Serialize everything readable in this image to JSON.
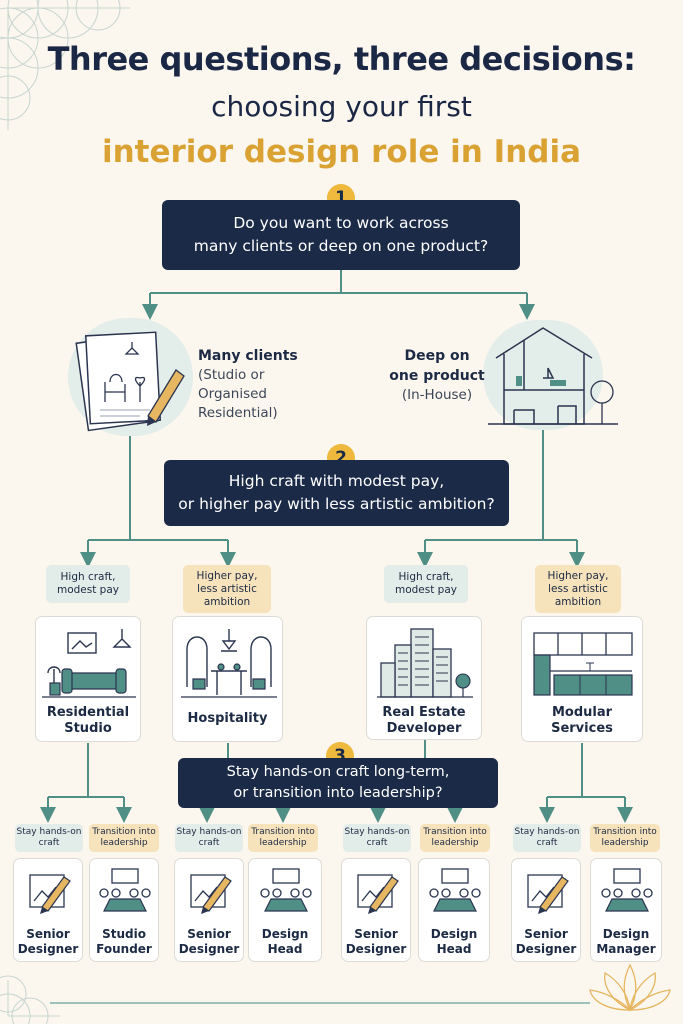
{
  "title": {
    "line1": "Three questions, three decisions:",
    "line2": "choosing your first",
    "line3": "interior design role in India"
  },
  "colors": {
    "navy": "#1b2a47",
    "gold": "#eeb93c",
    "teal": "#4f8f86",
    "background": "#fbf7ef"
  },
  "q1": {
    "number": "1",
    "line1": "Do you want to work across",
    "line2": "many clients or deep on one product?"
  },
  "path_left": {
    "icon": "documents-pencil-icon",
    "title": "Many clients",
    "sub1": "(Studio or",
    "sub2": "Organised",
    "sub3": "Residential)"
  },
  "path_right": {
    "icon": "house-icon",
    "title1": "Deep on",
    "title2": "one product",
    "sub": "(In-House)"
  },
  "q2": {
    "number": "2",
    "line1": "High craft with modest pay,",
    "line2": "or higher pay with less artistic ambition?"
  },
  "options": [
    {
      "tag_line1": "High craft,",
      "tag_line2": "modest pay",
      "tag_line3": "",
      "label1": "Residential",
      "label2": "Studio",
      "icon": "living-room-icon"
    },
    {
      "tag_line1": "Higher pay,",
      "tag_line2": "less artistic",
      "tag_line3": "ambition",
      "label1": "Hospitality",
      "label2": "",
      "icon": "dining-table-icon"
    },
    {
      "tag_line1": "High craft,",
      "tag_line2": "modest pay",
      "tag_line3": "",
      "label1": "Real Estate",
      "label2": "Developer",
      "icon": "buildings-icon"
    },
    {
      "tag_line1": "Higher pay,",
      "tag_line2": "less artistic",
      "tag_line3": "ambition",
      "label1": "Modular",
      "label2": "Services",
      "icon": "kitchen-icon"
    }
  ],
  "q3": {
    "number": "3",
    "line1": "Stay hands-on craft long-term,",
    "line2": "or transition into leadership?"
  },
  "leaves": [
    {
      "tag_line1": "Stay hands-on",
      "tag_line2": "craft",
      "label1": "Senior",
      "label2": "Designer",
      "icon": "drafting-pencil-icon"
    },
    {
      "tag_line1": "Transition into",
      "tag_line2": "leadership",
      "label1": "Studio",
      "label2": "Founder",
      "icon": "meeting-table-icon"
    },
    {
      "tag_line1": "Stay hands-on",
      "tag_line2": "craft",
      "label1": "Senior",
      "label2": "Designer",
      "icon": "drafting-pencil-icon"
    },
    {
      "tag_line1": "Transition into",
      "tag_line2": "leadership",
      "label1": "Design",
      "label2": "Head",
      "icon": "meeting-table-icon"
    },
    {
      "tag_line1": "Stay hands-on",
      "tag_line2": "craft",
      "label1": "Senior",
      "label2": "Designer",
      "icon": "drafting-pencil-icon"
    },
    {
      "tag_line1": "Transition into",
      "tag_line2": "leadership",
      "label1": "Design",
      "label2": "Head",
      "icon": "meeting-table-icon"
    },
    {
      "tag_line1": "Stay hands-on",
      "tag_line2": "craft",
      "label1": "Senior",
      "label2": "Designer",
      "icon": "drafting-pencil-icon"
    },
    {
      "tag_line1": "Transition into",
      "tag_line2": "leadership",
      "label1": "Design",
      "label2": "Manager",
      "icon": "meeting-table-icon"
    }
  ]
}
